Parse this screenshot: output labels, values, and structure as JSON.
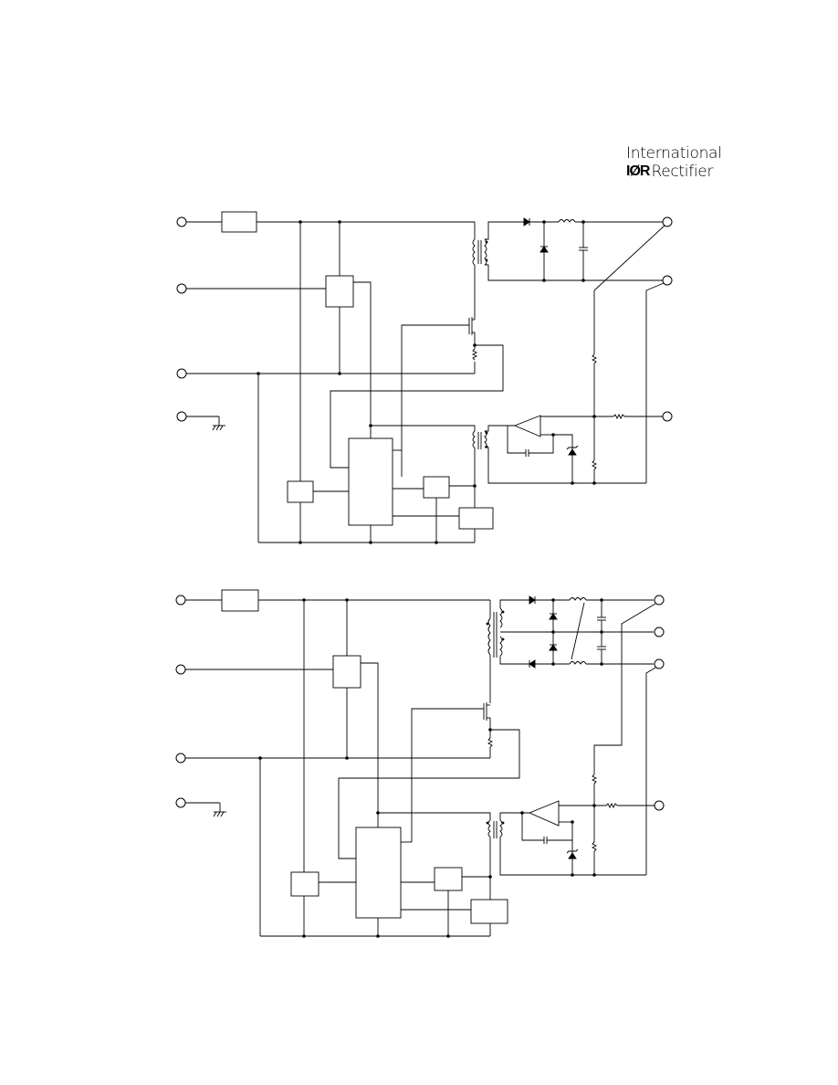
{
  "header": {
    "brand_line1": "International",
    "brand_mark": "IØR",
    "brand_line2": "Rectifier"
  },
  "colors": {
    "ink": "#000000",
    "background": "#ffffff"
  },
  "diagrams": [
    {
      "name": "single-output-flyback-schematic"
    },
    {
      "name": "dual-output-flyback-schematic"
    }
  ]
}
